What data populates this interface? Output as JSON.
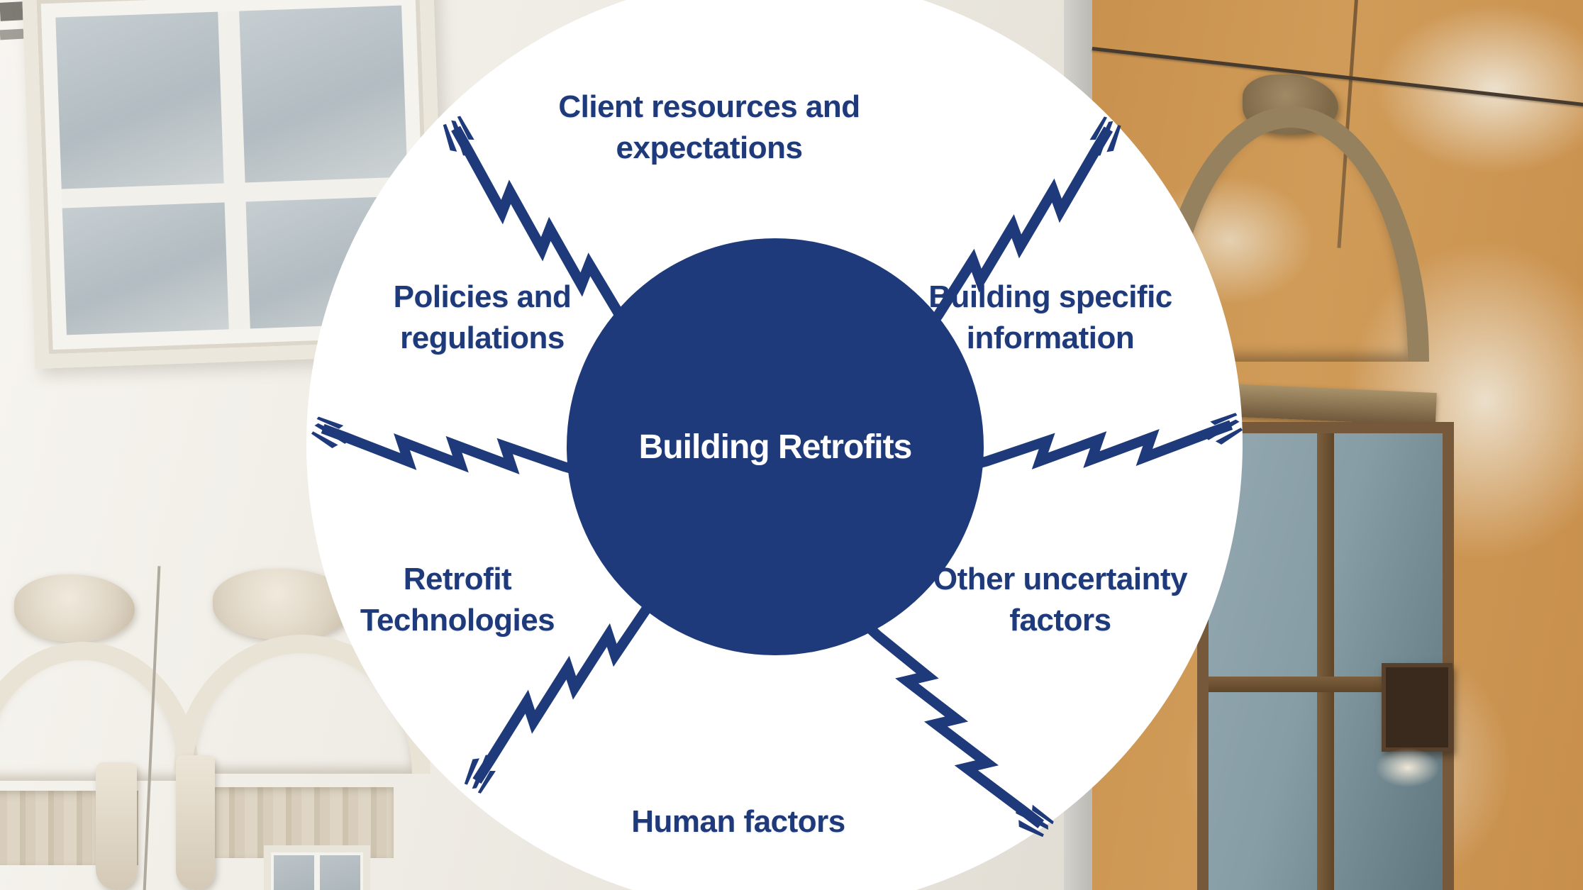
{
  "center": {
    "label": "Building Retrofits"
  },
  "factors": {
    "top": {
      "line1": "Client resources and",
      "line2": "expectations"
    },
    "upper_left": {
      "line1": "Policies and",
      "line2": "regulations"
    },
    "upper_right": {
      "line1": "Building specific",
      "line2": "information"
    },
    "lower_left": {
      "line1": "Retrofit",
      "line2": "Technologies"
    },
    "lower_right": {
      "line1": "Other uncertainty",
      "line2": "factors"
    },
    "bottom": {
      "line1": "Human factors",
      "line2": ""
    }
  },
  "colors": {
    "navy": "#1e3a7a",
    "circle_white": "#ffffff",
    "ochre_wall": "#cf9753",
    "cream_facade": "#f1ede6",
    "glass_blue_gray": "#8da2ac",
    "stone_brown": "#96815f"
  },
  "background": {
    "left_photo": "white neoclassical building facade with windows and stucco ornaments",
    "right_photo": "weathered ochre wall with peeling plaster, ornate window and wire"
  }
}
